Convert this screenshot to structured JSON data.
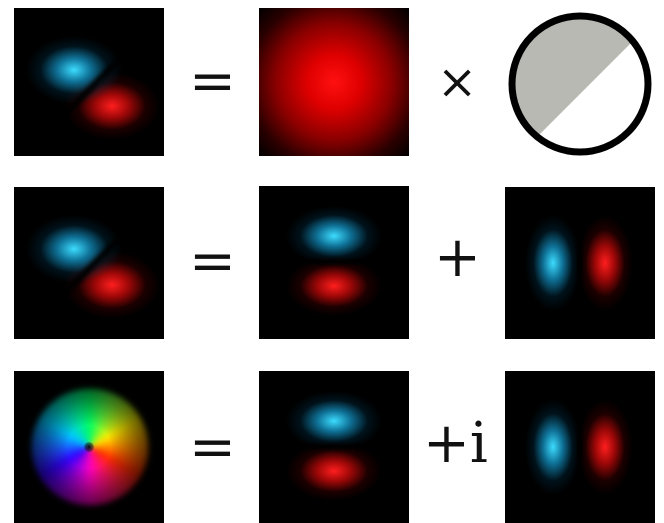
{
  "equations": [
    {
      "lhs_pattern": "diagonal-dipole",
      "operator": "=",
      "term1_pattern": "gaussian",
      "operator2": "×",
      "term2_pattern": "phase-circle"
    },
    {
      "lhs_pattern": "diagonal-dipole",
      "operator": "=",
      "term1_pattern": "vertical-dipole",
      "operator2": "+",
      "term2_pattern": "horizontal-dipole"
    },
    {
      "lhs_pattern": "vortex",
      "operator": "=",
      "term1_pattern": "vertical-dipole",
      "operator2": "+i",
      "term2_pattern": "horizontal-dipole"
    }
  ],
  "colors": {
    "positive": "#ff1a1a",
    "negative": "#3cd7ff",
    "background": "#000000",
    "circle_fill": "#b9b9b4",
    "circle_stroke": "#000000"
  }
}
